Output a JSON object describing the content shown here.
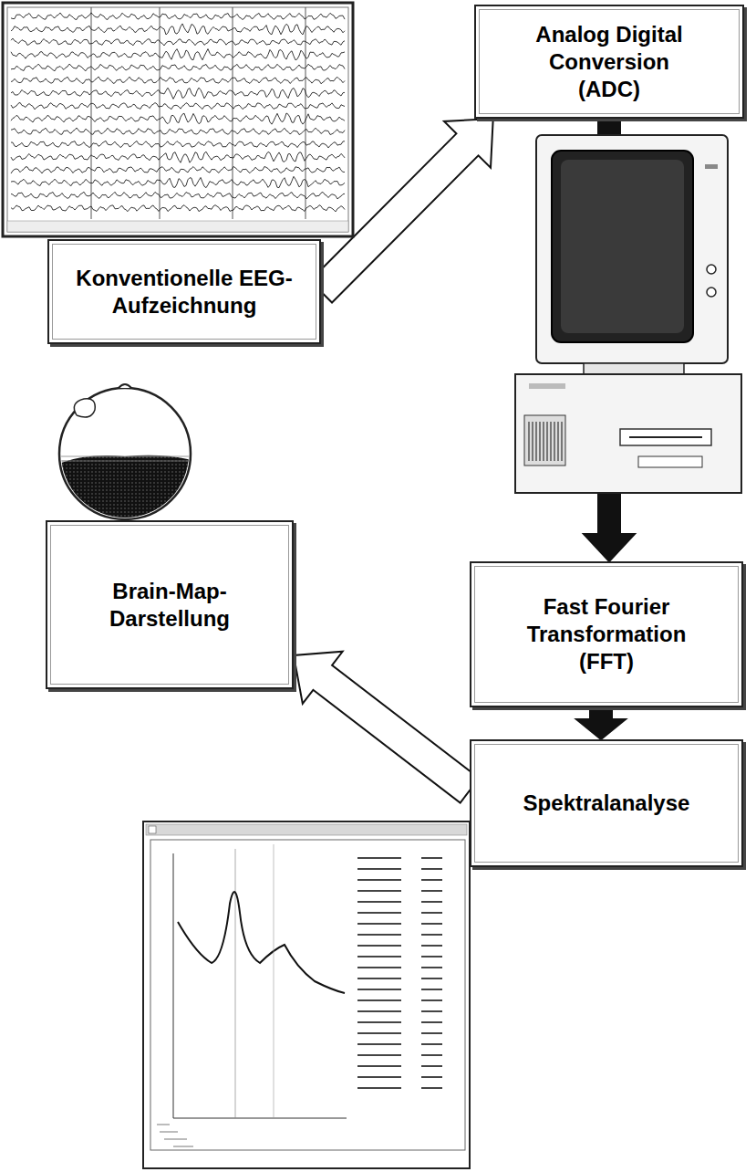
{
  "diagram": {
    "nodes": [
      {
        "text": [
          "Konventionelle EEG-Aufzeichnung"
        ]
      },
      {
        "text": [
          "Analog Digital Conversion (ADC)"
        ]
      },
      {
        "text": [
          "Fast Fourier Transformation (FFT)"
        ]
      },
      {
        "text": [
          "Spektralanalyse"
        ]
      },
      {
        "text": [
          "Brain-Map-Darstellung"
        ]
      }
    ],
    "edges": [
      {
        "from": 0,
        "to": 1,
        "arrow": "to"
      },
      {
        "from": 1,
        "to": 2,
        "arrow": "to"
      },
      {
        "from": 2,
        "to": 3,
        "arrow": "to"
      },
      {
        "from": 3,
        "to": 4,
        "arrow": "to"
      }
    ]
  }
}
